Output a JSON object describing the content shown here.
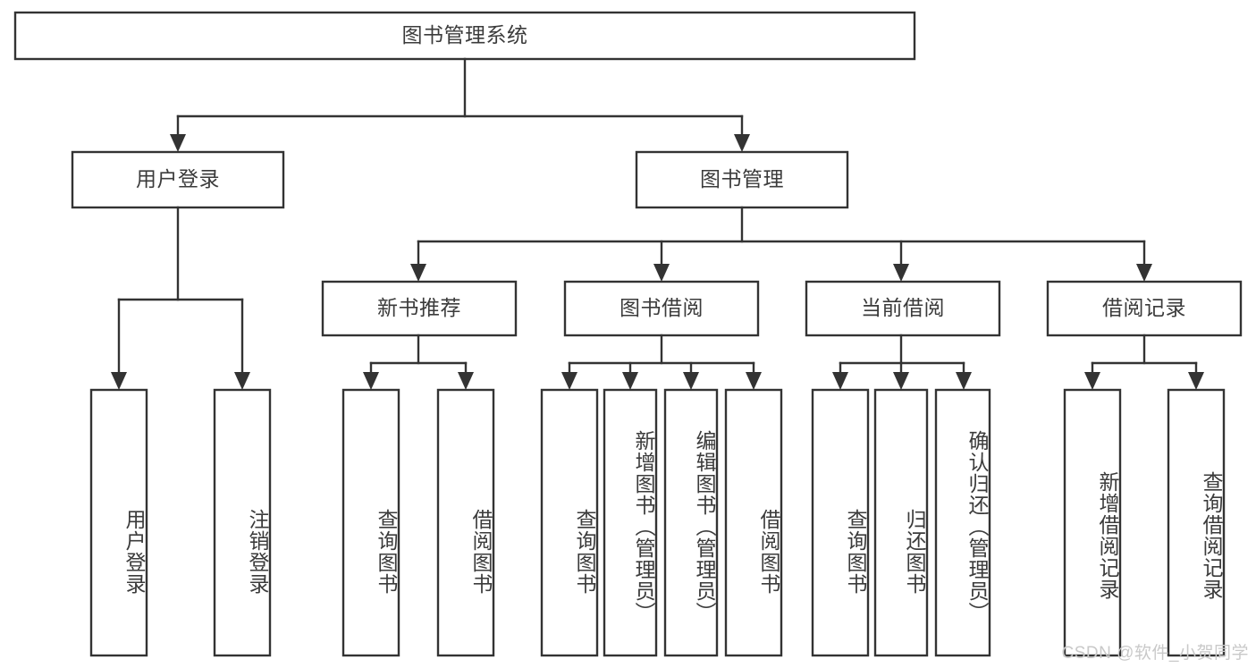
{
  "diagram": {
    "title": "图书管理系统",
    "type": "hierarchy-tree",
    "orientation": "top-down",
    "colors": {
      "box_stroke": "#333333",
      "box_fill": "#ffffff",
      "text": "#3b3b3b",
      "background": "#ffffff",
      "watermark": "#c9c9c9"
    },
    "root": {
      "id": "root",
      "label": "图书管理系统"
    },
    "level2": [
      {
        "id": "user-login",
        "label": "用户登录"
      },
      {
        "id": "book-manage",
        "label": "图书管理"
      }
    ],
    "level3": [
      {
        "id": "new-book-recommend",
        "label": "新书推荐",
        "parent": "book-manage"
      },
      {
        "id": "book-borrow",
        "label": "图书借阅",
        "parent": "book-manage"
      },
      {
        "id": "current-borrow",
        "label": "当前借阅",
        "parent": "book-manage"
      },
      {
        "id": "borrow-record",
        "label": "借阅记录",
        "parent": "book-manage"
      }
    ],
    "leaves": [
      {
        "id": "leaf-user-login",
        "label": "用户登录",
        "parent": "user-login"
      },
      {
        "id": "leaf-user-logout",
        "label": "注销登录",
        "parent": "user-login"
      },
      {
        "id": "leaf-query-book-1",
        "label": "查询图书",
        "parent": "new-book-recommend"
      },
      {
        "id": "leaf-borrow-book-1",
        "label": "借阅图书",
        "parent": "new-book-recommend"
      },
      {
        "id": "leaf-query-book-2",
        "label": "查询图书",
        "parent": "book-borrow"
      },
      {
        "id": "leaf-add-book",
        "label": "新增图书（管理员）",
        "parent": "book-borrow"
      },
      {
        "id": "leaf-edit-book",
        "label": "编辑图书（管理员）",
        "parent": "book-borrow"
      },
      {
        "id": "leaf-borrow-book-2",
        "label": "借阅图书",
        "parent": "book-borrow"
      },
      {
        "id": "leaf-query-book-3",
        "label": "查询图书",
        "parent": "current-borrow"
      },
      {
        "id": "leaf-return-book",
        "label": "归还图书",
        "parent": "current-borrow"
      },
      {
        "id": "leaf-confirm-return",
        "label": "确认归还（管理员）",
        "parent": "current-borrow"
      },
      {
        "id": "leaf-add-record",
        "label": "新增借阅记录",
        "parent": "borrow-record"
      },
      {
        "id": "leaf-query-record",
        "label": "查询借阅记录",
        "parent": "borrow-record"
      }
    ]
  },
  "watermark": {
    "text": "CSDN @软件_小贺同学"
  }
}
